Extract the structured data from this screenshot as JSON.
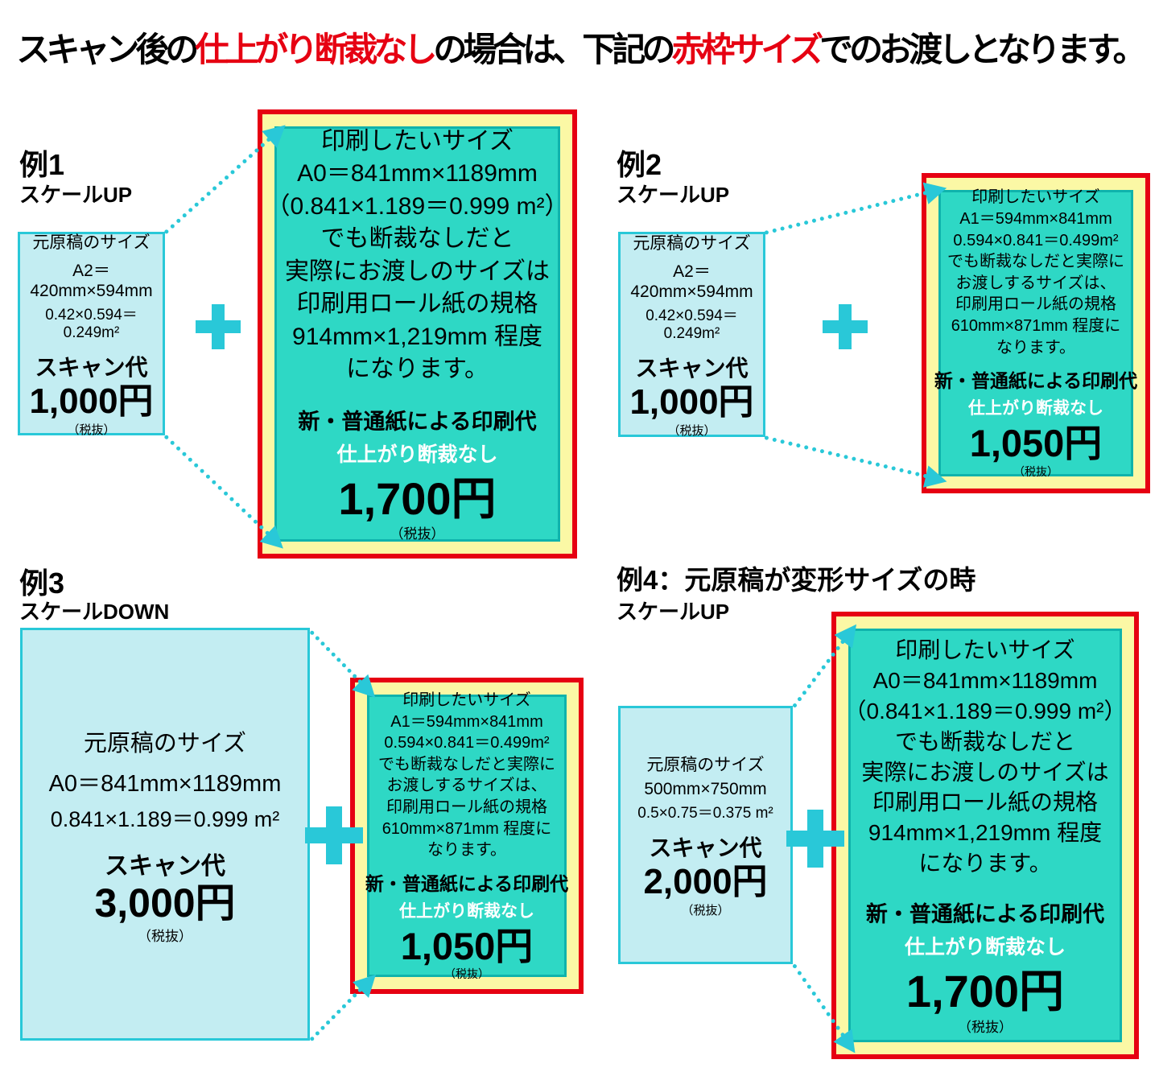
{
  "title": {
    "part1": "スキャン後の",
    "part2": "仕上がり断裁なし",
    "part3": "の場合は、下記の",
    "part4": "赤枠サイズ",
    "part5": "でのお渡しとなります。"
  },
  "colors": {
    "highlight_red": "#e60012",
    "frame_red": "#e60012",
    "frame_yellow": "#fbf8a5",
    "teal_fill": "#2ed8c5",
    "light_box_fill": "#c3edf2",
    "accent_cyan": "#29c8d8",
    "subtitle_white": "#ffffff",
    "text_black": "#000000"
  },
  "examples": [
    {
      "label": "例1",
      "scale": "スケールUP",
      "source": {
        "name": "元原稿のサイズ",
        "size": "A2＝420mm×594mm",
        "area": "0.42×0.594＝0.249m²",
        "fee_label": "スキャン代",
        "fee": "1,000円",
        "tax": "（税抜）"
      },
      "print": {
        "lines": [
          "印刷したいサイズ",
          "A0＝841mm×1189mm",
          "（0.841×1.189＝0.999 m²）",
          "でも断裁なしだと",
          "実際にお渡しのサイズは",
          "印刷用ロール紙の規格",
          "914mm×1,219mm 程度",
          "になります。"
        ],
        "fee_label": "新・普通紙による印刷代",
        "fee_sub": "仕上がり断裁なし",
        "fee": "1,700円",
        "tax": "（税抜）"
      }
    },
    {
      "label": "例2",
      "scale": "スケールUP",
      "source": {
        "name": "元原稿のサイズ",
        "size": "A2＝420mm×594mm",
        "area": "0.42×0.594＝0.249m²",
        "fee_label": "スキャン代",
        "fee": "1,000円",
        "tax": "（税抜）"
      },
      "print": {
        "lines": [
          "印刷したいサイズ",
          "A1＝594mm×841mm",
          "0.594×0.841＝0.499m²",
          "でも断裁なしだと実際に",
          "お渡しするサイズは、",
          "印刷用ロール紙の規格",
          "610mm×871mm 程度に",
          "なります。"
        ],
        "fee_label": "新・普通紙による印刷代",
        "fee_sub": "仕上がり断裁なし",
        "fee": "1,050円",
        "tax": "（税抜）"
      }
    },
    {
      "label": "例3",
      "scale": "スケールDOWN",
      "source": {
        "name": "元原稿のサイズ",
        "size": "A0＝841mm×1189mm",
        "area": "0.841×1.189＝0.999 m²",
        "fee_label": "スキャン代",
        "fee": "3,000円",
        "tax": "（税抜）"
      },
      "print": {
        "lines": [
          "印刷したいサイズ",
          "A1＝594mm×841mm",
          "0.594×0.841＝0.499m²",
          "でも断裁なしだと実際に",
          "お渡しするサイズは、",
          "印刷用ロール紙の規格",
          "610mm×871mm 程度に",
          "なります。"
        ],
        "fee_label": "新・普通紙による印刷代",
        "fee_sub": "仕上がり断裁なし",
        "fee": "1,050円",
        "tax": "（税抜）"
      }
    },
    {
      "label": "例4：元原稿が変形サイズの時",
      "scale": "スケールUP",
      "source": {
        "name": "元原稿のサイズ",
        "size": "500mm×750mm",
        "area": "0.5×0.75＝0.375 m²",
        "fee_label": "スキャン代",
        "fee": "2,000円",
        "tax": "（税抜）"
      },
      "print": {
        "lines": [
          "印刷したいサイズ",
          "A0＝841mm×1189mm",
          "（0.841×1.189＝0.999 m²）",
          "でも断裁なしだと",
          "実際にお渡しのサイズは",
          "印刷用ロール紙の規格",
          "914mm×1,219mm 程度",
          "になります。"
        ],
        "fee_label": "新・普通紙による印刷代",
        "fee_sub": "仕上がり断裁なし",
        "fee": "1,700円",
        "tax": "（税抜）"
      }
    }
  ]
}
